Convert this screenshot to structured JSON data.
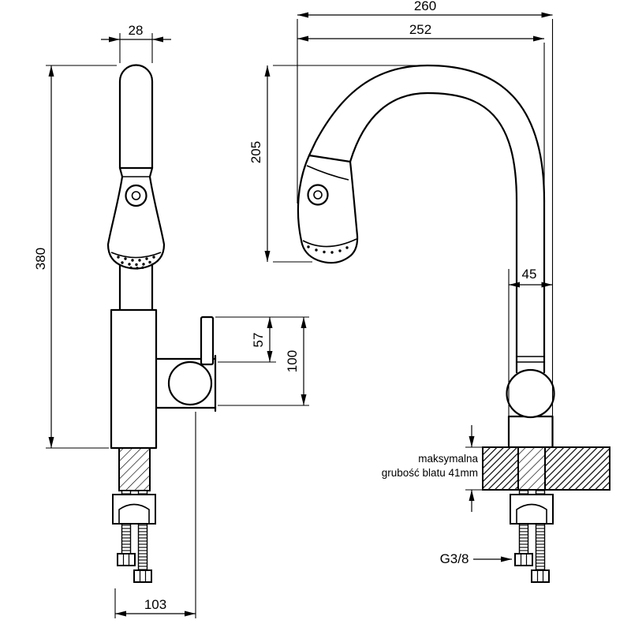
{
  "drawing": {
    "front_view": {
      "spout_diameter": "28",
      "total_height": "380",
      "handle_height": "57",
      "body_height": "100",
      "base_depth": "103"
    },
    "side_view": {
      "total_width": "260",
      "spout_reach": "252",
      "spout_height": "205",
      "base_diameter": "45",
      "counter_note_line1": "maksymalna",
      "counter_note_line2": "grubość blatu 41mm",
      "connection_thread": "G3/8"
    },
    "colors": {
      "line": "#000000",
      "background": "#ffffff"
    }
  }
}
